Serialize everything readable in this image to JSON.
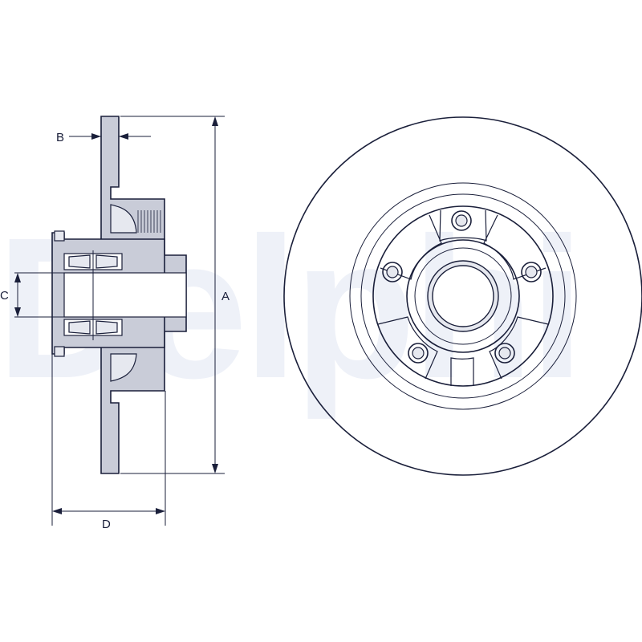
{
  "watermark": {
    "text": "Delphi"
  },
  "dimensions": {
    "a_label": "A",
    "b_label": "B",
    "c_label": "C",
    "d_label": "D"
  },
  "colors": {
    "outline": "#1a1f3a",
    "section_fill": "#c9ccd8",
    "watermark": "#eef1f8"
  },
  "front_view": {
    "bolt_holes": 5
  }
}
